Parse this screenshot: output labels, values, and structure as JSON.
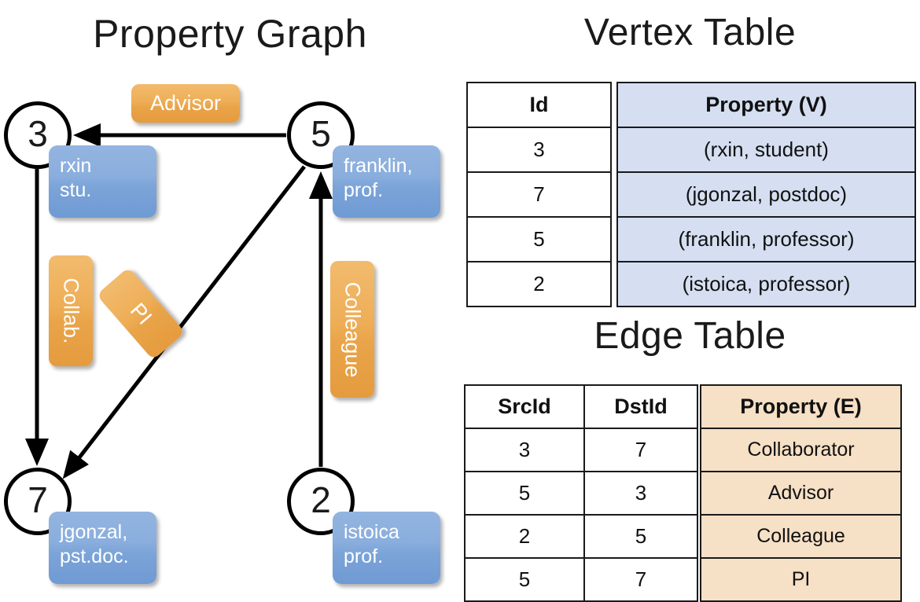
{
  "titles": {
    "property_graph": "Property Graph",
    "vertex_table": "Vertex Table",
    "edge_table": "Edge Table"
  },
  "graph": {
    "nodes": [
      {
        "id": "3",
        "property_line1": "rxin",
        "property_line2": "stu."
      },
      {
        "id": "5",
        "property_line1": "franklin,",
        "property_line2": "prof."
      },
      {
        "id": "7",
        "property_line1": "jgonzal,",
        "property_line2": "pst.doc."
      },
      {
        "id": "2",
        "property_line1": "istoica",
        "property_line2": "prof."
      }
    ],
    "edge_labels": {
      "advisor": "Advisor",
      "collab": "Collab.",
      "pi": "PI",
      "colleague": "Colleague"
    },
    "edges": [
      {
        "src": "5",
        "dst": "3",
        "label": "Advisor"
      },
      {
        "src": "3",
        "dst": "7",
        "label": "Collab."
      },
      {
        "src": "5",
        "dst": "7",
        "label": "PI"
      },
      {
        "src": "2",
        "dst": "5",
        "label": "Colleague"
      }
    ]
  },
  "vertex_table": {
    "headers": [
      "Id",
      "Property (V)"
    ],
    "rows": [
      {
        "id": "3",
        "property": "(rxin, student)"
      },
      {
        "id": "7",
        "property": "(jgonzal, postdoc)"
      },
      {
        "id": "5",
        "property": "(franklin, professor)"
      },
      {
        "id": "2",
        "property": "(istoica, professor)"
      }
    ]
  },
  "edge_table": {
    "headers": [
      "SrcId",
      "DstId",
      "Property (E)"
    ],
    "rows": [
      {
        "src": "3",
        "dst": "7",
        "property": "Collaborator"
      },
      {
        "src": "5",
        "dst": "3",
        "property": "Advisor"
      },
      {
        "src": "2",
        "dst": "5",
        "property": "Colleague"
      },
      {
        "src": "5",
        "dst": "7",
        "property": "PI"
      }
    ]
  },
  "colors": {
    "vertex_property_fill": "#D5DFF1",
    "edge_property_fill": "#F6E0C6",
    "node_box_blue": "#8AAEDD",
    "edge_label_orange": "#EEAE57",
    "stroke": "#1A1A1A",
    "background": "#FFFFFF"
  }
}
